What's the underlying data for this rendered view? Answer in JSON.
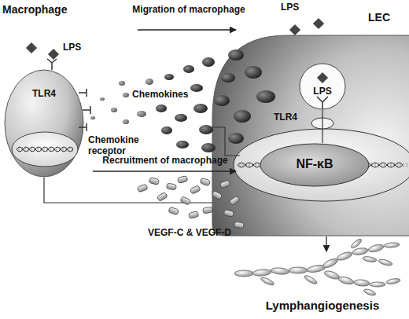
{
  "diagram": {
    "nodes": [
      {
        "text": [
          "Macrophage",
          "TLR4"
        ]
      },
      {
        "text": [
          "LEC",
          "TLR4"
        ]
      },
      {
        "text": [
          "LPS"
        ],
        "in": 1
      },
      {
        "text": [
          "NF-κB"
        ],
        "in": 1
      }
    ],
    "edges": [
      {
        "from": 2,
        "to": 3,
        "arrow": "none"
      }
    ],
    "labels": [
      "LPS",
      "Migration of macrophage",
      "LPS",
      "Chemokines",
      "Chemokine receptor",
      "Recruitment of macrophage",
      "VEGF-C & VEGF-D",
      "Lymphangiogenesis"
    ]
  }
}
